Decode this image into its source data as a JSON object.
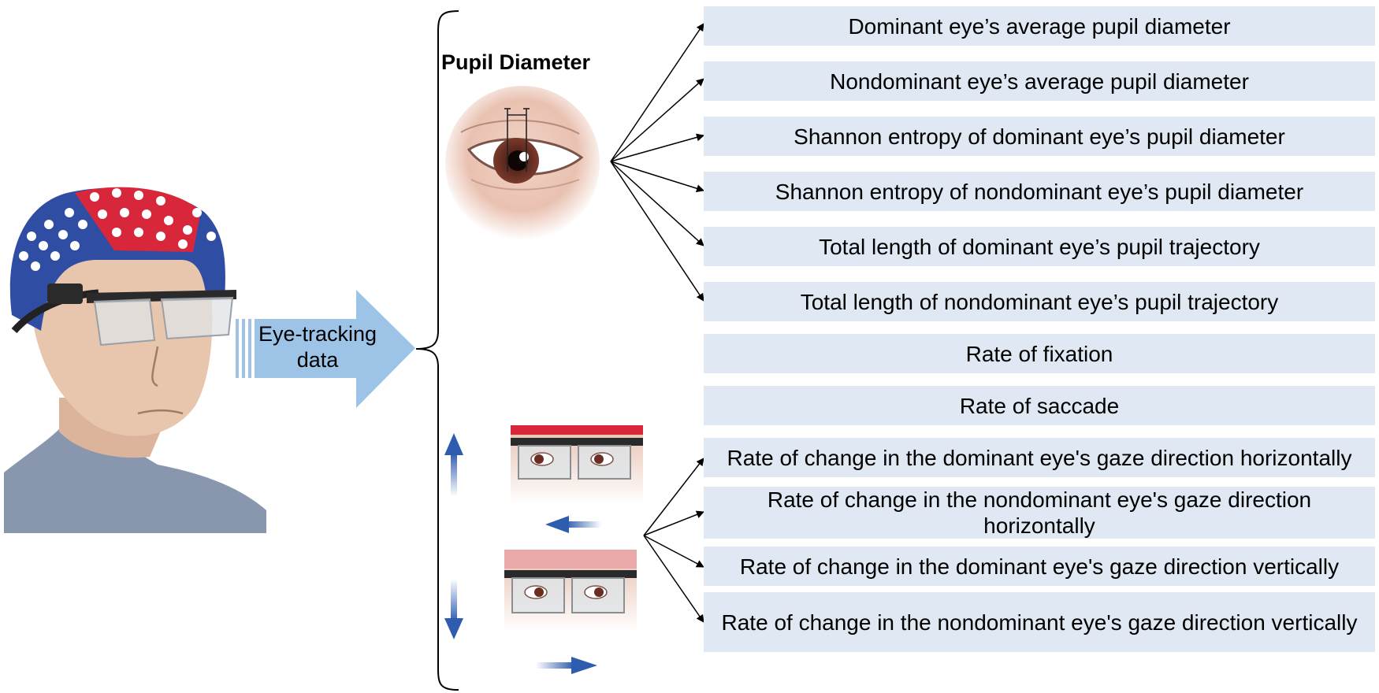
{
  "input_label": "Eye-tracking\ndata",
  "pupil_title": "Pupil Diameter",
  "features": [
    "Dominant  eye’s average pupil  diameter",
    "Nondominant  eye’s average pupil  diameter",
    "Shannon  entropy of dominant  eye’s pupil diameter",
    "Shannon  entropy of nondominant  eye’s pupil diameter",
    "Total length  of dominant  eye’s pupil  trajectory",
    "Total length  of nondominant  eye’s pupil  trajectory",
    "Rate of fixation",
    "Rate of saccade",
    "Rate of change  in the dominant  eye's gaze  direction horizontally",
    "Rate of change  in the nondominant  eye's gaze direction horizontally",
    "Rate of change  in the dominant eye's gaze  direction vertically",
    "Rate of change  in the nondominant  eye's gaze direction vertically"
  ],
  "colors": {
    "box_fill": "#dfe8f3",
    "big_arrow": "#9dc3e6",
    "cap_blue": "#2f4ea3",
    "cap_red": "#d8263a",
    "direction_arrow": "#2e5cae",
    "shirt": "#8896ae",
    "skin": "#e8c6ad",
    "iris": "#6b2d22"
  }
}
